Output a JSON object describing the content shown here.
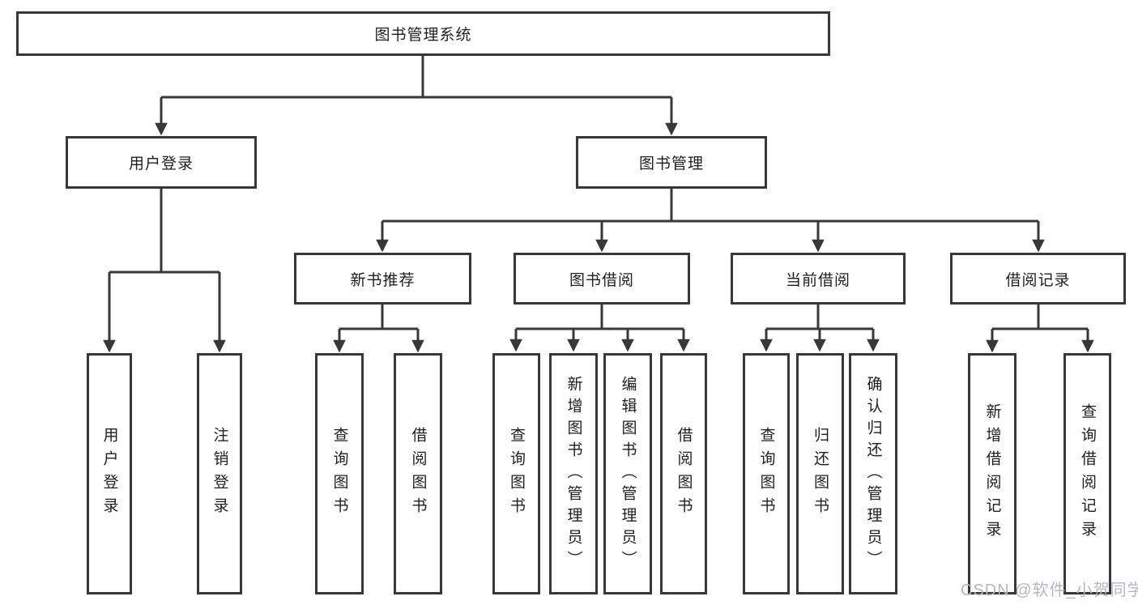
{
  "diagram_title": "图书管理系统",
  "nodes": {
    "root": "图书管理系统",
    "user_login": "用户登录",
    "book_mgmt": "图书管理",
    "new_book_rec": "新书推荐",
    "book_borrow": "图书借阅",
    "current_borrow": "当前借阅",
    "borrow_records": "借阅记录",
    "login_user_login": "用户登录",
    "login_logout": "注销登录",
    "rec_query_book": "查询图书",
    "rec_borrow_book": "借阅图书",
    "borrow_query_book": "查询图书",
    "borrow_add_book": "新增图书（管理员）",
    "borrow_edit_book": "编辑图书（管理员）",
    "borrow_borrow_book": "借阅图书",
    "current_query_book": "查询图书",
    "current_return_book": "归还图书",
    "current_confirm_return": "确认归还（管理员）",
    "records_add_record": "新增借阅记录",
    "records_query_record": "查询借阅记录"
  },
  "watermark": "CSDN @软件_小贺同学",
  "colors": {
    "line": "#383838",
    "box_border": "#383838",
    "box_background": "#ffffff",
    "text": "#1f1f1f",
    "watermark": "#b4b8bc"
  }
}
